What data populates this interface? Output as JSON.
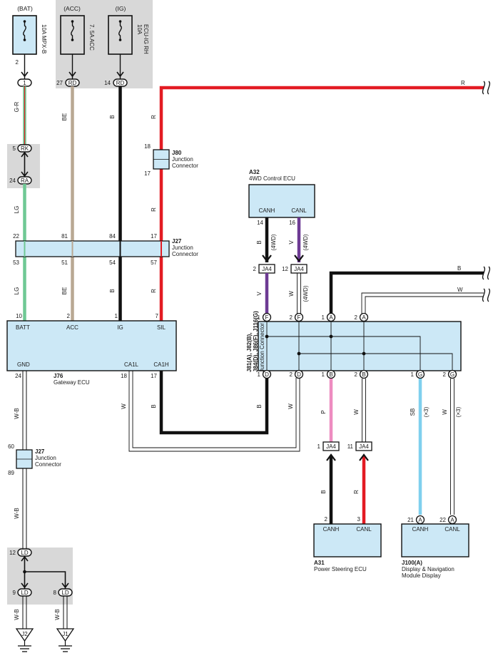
{
  "colors": {
    "box_fill": "#cce8f6",
    "shade": "#d8d8d8",
    "red": "#e31b23",
    "black": "#111111",
    "beige": "#b9a893",
    "green": "#6fc894",
    "purple": "#6d3a93",
    "pink": "#ee8cc0",
    "lightblue": "#7fd0ee"
  },
  "power": {
    "bat": {
      "source": "(BAT)",
      "fuse": "10A MPX-B",
      "pin": "2"
    },
    "acc": {
      "source": "(ACC)",
      "fuse": "7. 5A ACC",
      "pin": "27",
      "conn": "RD"
    },
    "ig": {
      "source": "(IG)",
      "fuse1": "10A",
      "fuse2": "ECU-IG RH",
      "pin": "14",
      "conn": "RD"
    }
  },
  "connectors": {
    "c1": "1",
    "rk": {
      "pin": "5",
      "code": "RK"
    },
    "ra": {
      "pin": "24",
      "code": "RA"
    },
    "ld_top": {
      "pin": "12",
      "code": "LD"
    },
    "ld_left": {
      "pin": "9",
      "code": "LD"
    },
    "ld_right": {
      "pin": "8",
      "code": "LD"
    }
  },
  "wires": {
    "gr": "G-R",
    "lg": "LG",
    "be": "BE",
    "b": "B",
    "r": "R",
    "v": "V",
    "w": "W",
    "p": "P",
    "sb": "SB",
    "wb": "W-B",
    "fwd": "(4WD)",
    "x3": "(×3)"
  },
  "j80": {
    "id": "J80",
    "l1": "Junction",
    "l2": "Connector",
    "pin_top": "18",
    "pin_bot": "17"
  },
  "j27": {
    "id": "J27",
    "l1": "Junction",
    "l2": "Connector",
    "top_pins": [
      "22",
      "81",
      "84",
      "17"
    ],
    "bot_pins": [
      "53",
      "51",
      "54",
      "57"
    ]
  },
  "j27b": {
    "id": "J27",
    "l1": "Junction",
    "l2": "Connector",
    "pin_top": "60",
    "pin_bot": "89"
  },
  "j76": {
    "id": "J76",
    "name": "Gateway ECU",
    "top_pins": [
      "10",
      "2",
      "1",
      "7"
    ],
    "top_labels": [
      "BATT",
      "ACC",
      "IG",
      "SIL"
    ],
    "bot_pins": [
      "24",
      "18",
      "17"
    ],
    "bot_labels": [
      "GND",
      "CA1L",
      "CA1H"
    ]
  },
  "a32": {
    "id": "A32",
    "name": "4WD Control ECU",
    "labels": [
      "CANH",
      "CANL"
    ],
    "pins": [
      "14",
      "16"
    ]
  },
  "ja4": {
    "code": "JA4",
    "upper_pins": [
      "2",
      "12"
    ],
    "lower_pins": [
      "1",
      "11"
    ]
  },
  "jconn": {
    "id1": "J81(A), J82(B),",
    "id2": "J84(D), J86(F), J116(G)",
    "name": "Junction Connector",
    "top": [
      {
        "pin": "1",
        "letter": "F"
      },
      {
        "pin": "2",
        "letter": "F"
      },
      {
        "pin": "1",
        "letter": "A"
      },
      {
        "pin": "2",
        "letter": "A"
      }
    ],
    "bot": [
      {
        "pin": "1",
        "letter": "D"
      },
      {
        "pin": "2",
        "letter": "D"
      },
      {
        "pin": "1",
        "letter": "B"
      },
      {
        "pin": "2",
        "letter": "B"
      },
      {
        "pin": "1",
        "letter": "G"
      },
      {
        "pin": "2",
        "letter": "G"
      }
    ]
  },
  "a31": {
    "id": "A31",
    "name": "Power Steering ECU",
    "labels": [
      "CANH",
      "CANL"
    ],
    "pins": [
      "2",
      "3"
    ]
  },
  "j100": {
    "id": "J100(A)",
    "name1": "Display & Navigation",
    "name2": "Module Display",
    "labels": [
      "CANH",
      "CANL"
    ],
    "pins": [
      "21",
      "22"
    ],
    "letter": "A"
  },
  "grounds": [
    "J2",
    "J1"
  ]
}
